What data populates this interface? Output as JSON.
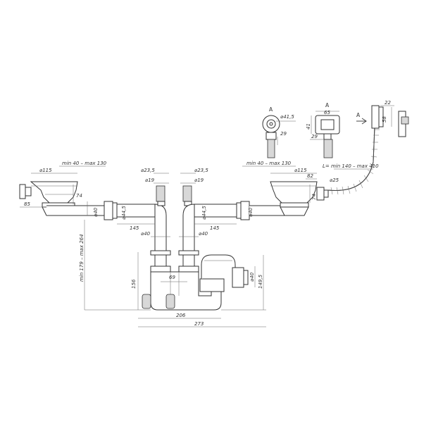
{
  "dimensions": {
    "left_strainer_dia": "⌀115",
    "left_adj_range": "min 40 – max 130",
    "left_height": "74",
    "left_outlet_offset": "85",
    "left_outlet_dia": "⌀40",
    "left_joint_dia": "⌀44,5",
    "left_arm_len": "145",
    "left_overflow_dia1": "⌀23,5",
    "left_overflow_dia2": "⌀19",
    "left_vertical_dia": "⌀40",
    "right_overflow_dia1": "⌀23,5",
    "right_overflow_dia2": "⌀19",
    "right_joint_dia": "⌀44,5",
    "right_outlet_dia": "⌀40",
    "right_arm_len": "145",
    "right_vertical_dia": "⌀40",
    "right_adj_range": "min 40 – max 130",
    "right_strainer_dia": "⌀115",
    "right_height": "74",
    "right_width": "82",
    "overflow_hose_dia": "⌀25",
    "hose_length": "L= min 140 – max 410",
    "overflow_w": "22",
    "overflow_h": "58",
    "view_a_dia": "⌀41,5",
    "view_a_depth": "29",
    "view_a_label": "A",
    "top_box_w": "65",
    "top_box_h": "41",
    "top_box_depth": "29",
    "top_box_label": "A",
    "arrow_label": "A",
    "height_range": "min 179 – max 264",
    "trap_height": "156",
    "centers": "69",
    "outlet_dia": "⌀40",
    "trap_outlet": "149,5",
    "bottom_width1": "206",
    "bottom_width2": "273"
  }
}
